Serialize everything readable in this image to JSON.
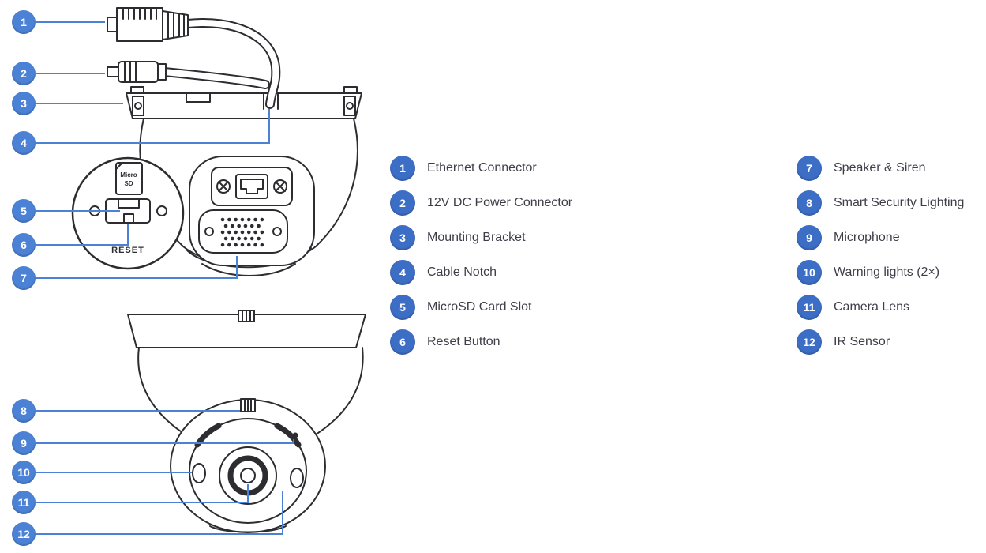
{
  "colors": {
    "accent": "#4c82d6",
    "legend": "#3d6ec6",
    "ink": "#2d2d31",
    "text": "#3e3e49",
    "background": "#ffffff"
  },
  "callouts": [
    {
      "number": "1"
    },
    {
      "number": "2"
    },
    {
      "number": "3"
    },
    {
      "number": "4"
    },
    {
      "number": "5"
    },
    {
      "number": "6"
    },
    {
      "number": "7"
    },
    {
      "number": "8"
    },
    {
      "number": "9"
    },
    {
      "number": "10"
    },
    {
      "number": "11"
    },
    {
      "number": "12"
    }
  ],
  "legend": {
    "column1": [
      {
        "number": "1",
        "label": "Ethernet Connector"
      },
      {
        "number": "2",
        "label": "12V DC Power Connector"
      },
      {
        "number": "3",
        "label": "Mounting Bracket"
      },
      {
        "number": "4",
        "label": "Cable Notch"
      },
      {
        "number": "5",
        "label": "MicroSD Card Slot"
      },
      {
        "number": "6",
        "label": "Reset Button"
      }
    ],
    "column2": [
      {
        "number": "7",
        "label": "Speaker & Siren"
      },
      {
        "number": "8",
        "label": "Smart Security Lighting"
      },
      {
        "number": "9",
        "label": "Microphone"
      },
      {
        "number": "10",
        "label": "Warning lights (2×)"
      },
      {
        "number": "11",
        "label": "Camera Lens"
      },
      {
        "number": "12",
        "label": "IR Sensor"
      }
    ]
  },
  "diagram": {
    "microsd_line1": "Micro",
    "microsd_line2": "SD",
    "reset_label": "RESET"
  }
}
